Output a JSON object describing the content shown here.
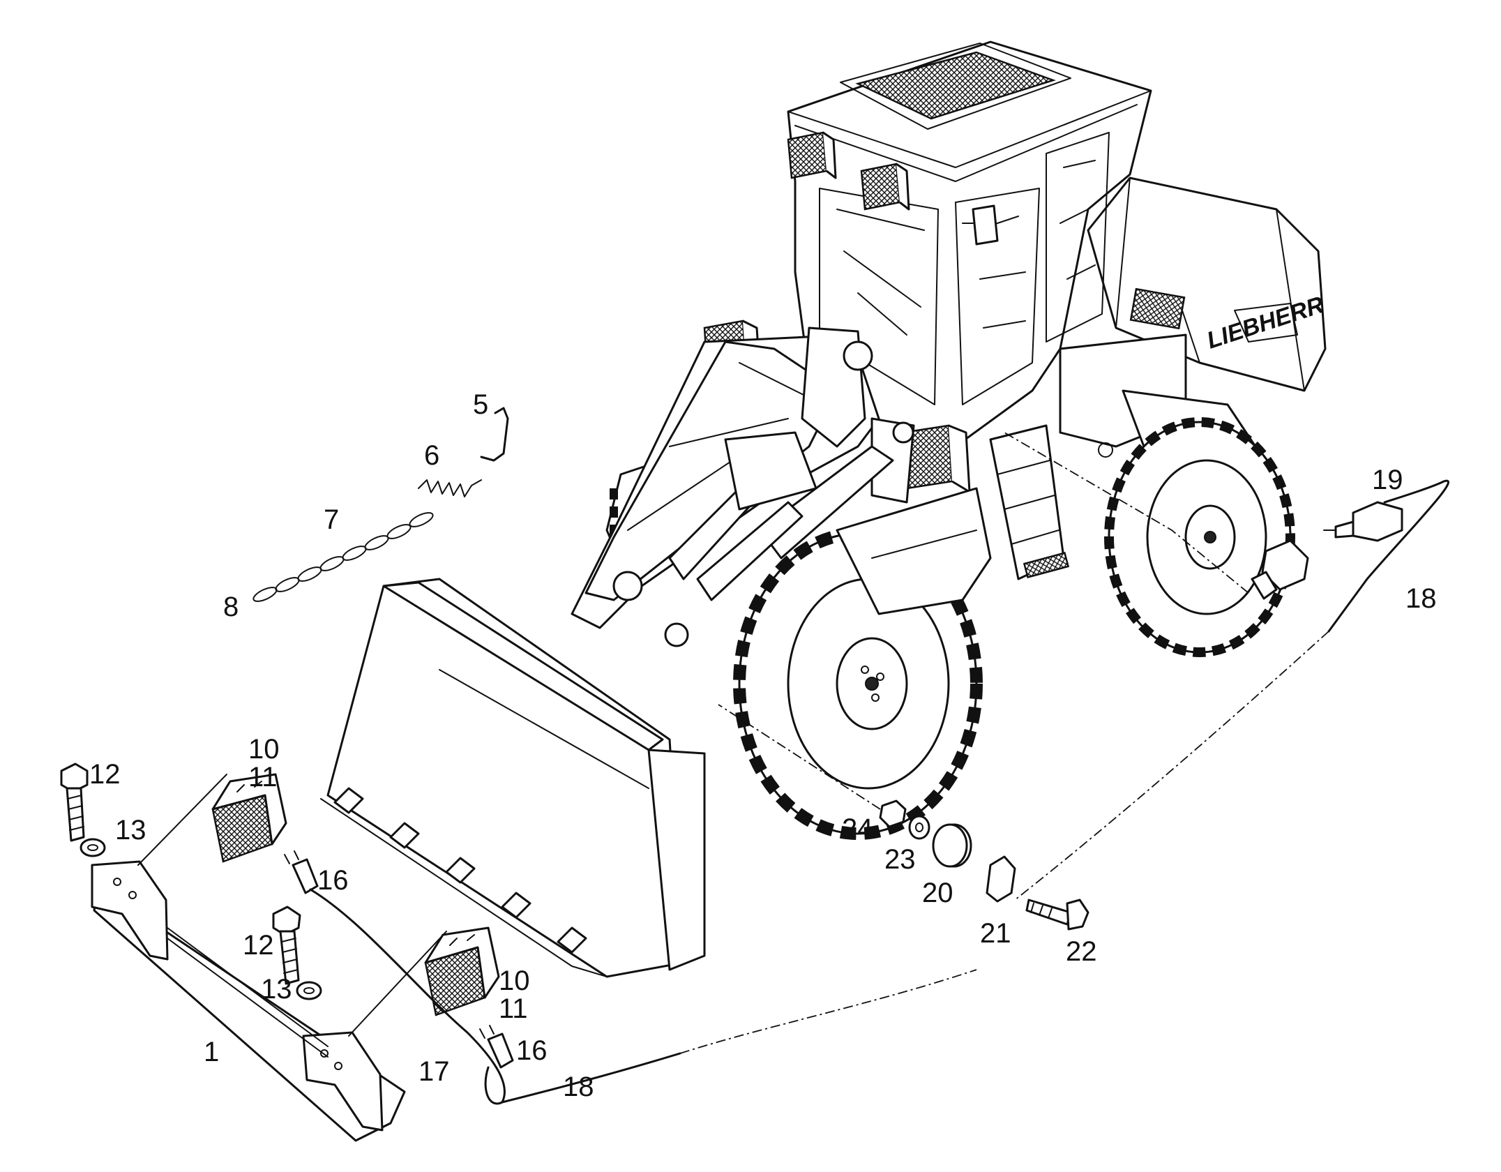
{
  "diagram": {
    "brand_text": "LIEBHERR",
    "callouts": [
      {
        "id": "c1",
        "label": "1"
      },
      {
        "id": "c5",
        "label": "5"
      },
      {
        "id": "c6",
        "label": "6"
      },
      {
        "id": "c7",
        "label": "7"
      },
      {
        "id": "c8",
        "label": "8"
      },
      {
        "id": "c10a",
        "label": "10"
      },
      {
        "id": "c11a",
        "label": "11"
      },
      {
        "id": "c10b",
        "label": "10"
      },
      {
        "id": "c11b",
        "label": "11"
      },
      {
        "id": "c12a",
        "label": "12"
      },
      {
        "id": "c12b",
        "label": "12"
      },
      {
        "id": "c13a",
        "label": "13"
      },
      {
        "id": "c13b",
        "label": "13"
      },
      {
        "id": "c16a",
        "label": "16"
      },
      {
        "id": "c16b",
        "label": "16"
      },
      {
        "id": "c17",
        "label": "17"
      },
      {
        "id": "c18a",
        "label": "18"
      },
      {
        "id": "c18b",
        "label": "18"
      },
      {
        "id": "c19",
        "label": "19"
      },
      {
        "id": "c20",
        "label": "20"
      },
      {
        "id": "c21",
        "label": "21"
      },
      {
        "id": "c22",
        "label": "22"
      },
      {
        "id": "c23",
        "label": "23"
      },
      {
        "id": "c24",
        "label": "24"
      }
    ]
  }
}
